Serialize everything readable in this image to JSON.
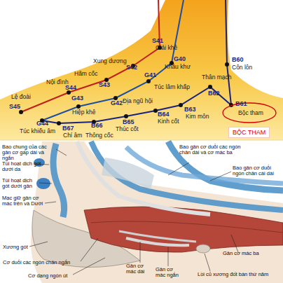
{
  "diagram": {
    "nodes": [
      {
        "text": [
          "BỘC THAM"
        ]
      }
    ],
    "labels": [
      "S41",
      "Giải khê",
      "Xung dương",
      "S42",
      "G40",
      "Khâu khư",
      "B60",
      "Côn lôn",
      "Hãm cốc",
      "S43",
      "Nội đình",
      "S44",
      "G41",
      "Túc lâm khấp",
      "Thân mạch",
      "B62",
      "Lệ đoài",
      "S45",
      "G43",
      "Hiệp khê",
      "G42",
      "Địa ngũ hội",
      "B63",
      "Kim môn",
      "B61",
      "Bộc tham",
      "B64",
      "Kinh cốt",
      "B65",
      "Thúc cốt",
      "G44",
      "Túc khiếu âm",
      "B67",
      "Chí âm",
      "B66",
      "Thông cốc",
      "Bao chung của các gân cơ gấp dài và ngắn",
      "Túi hoạt dịch gót dưới da",
      "Túi hoạt dịch gót dưới gân",
      "Mạc giữ gân cơ mác trên và Dưới",
      "Xương gót",
      "Cơ duỗi các ngón chân ngắn",
      "Cơ dạng ngón út",
      "Gân cơ mác dài",
      "Gân cơ mác ngắn",
      "Lồi củ xương đốt bàn thứ năm",
      "Gân cơ mác ba",
      "Bao gân cơ duỗi các ngón chân dài và cơ mác ba",
      "Bao gân cơ duỗi ngón chân cái dài"
    ]
  }
}
